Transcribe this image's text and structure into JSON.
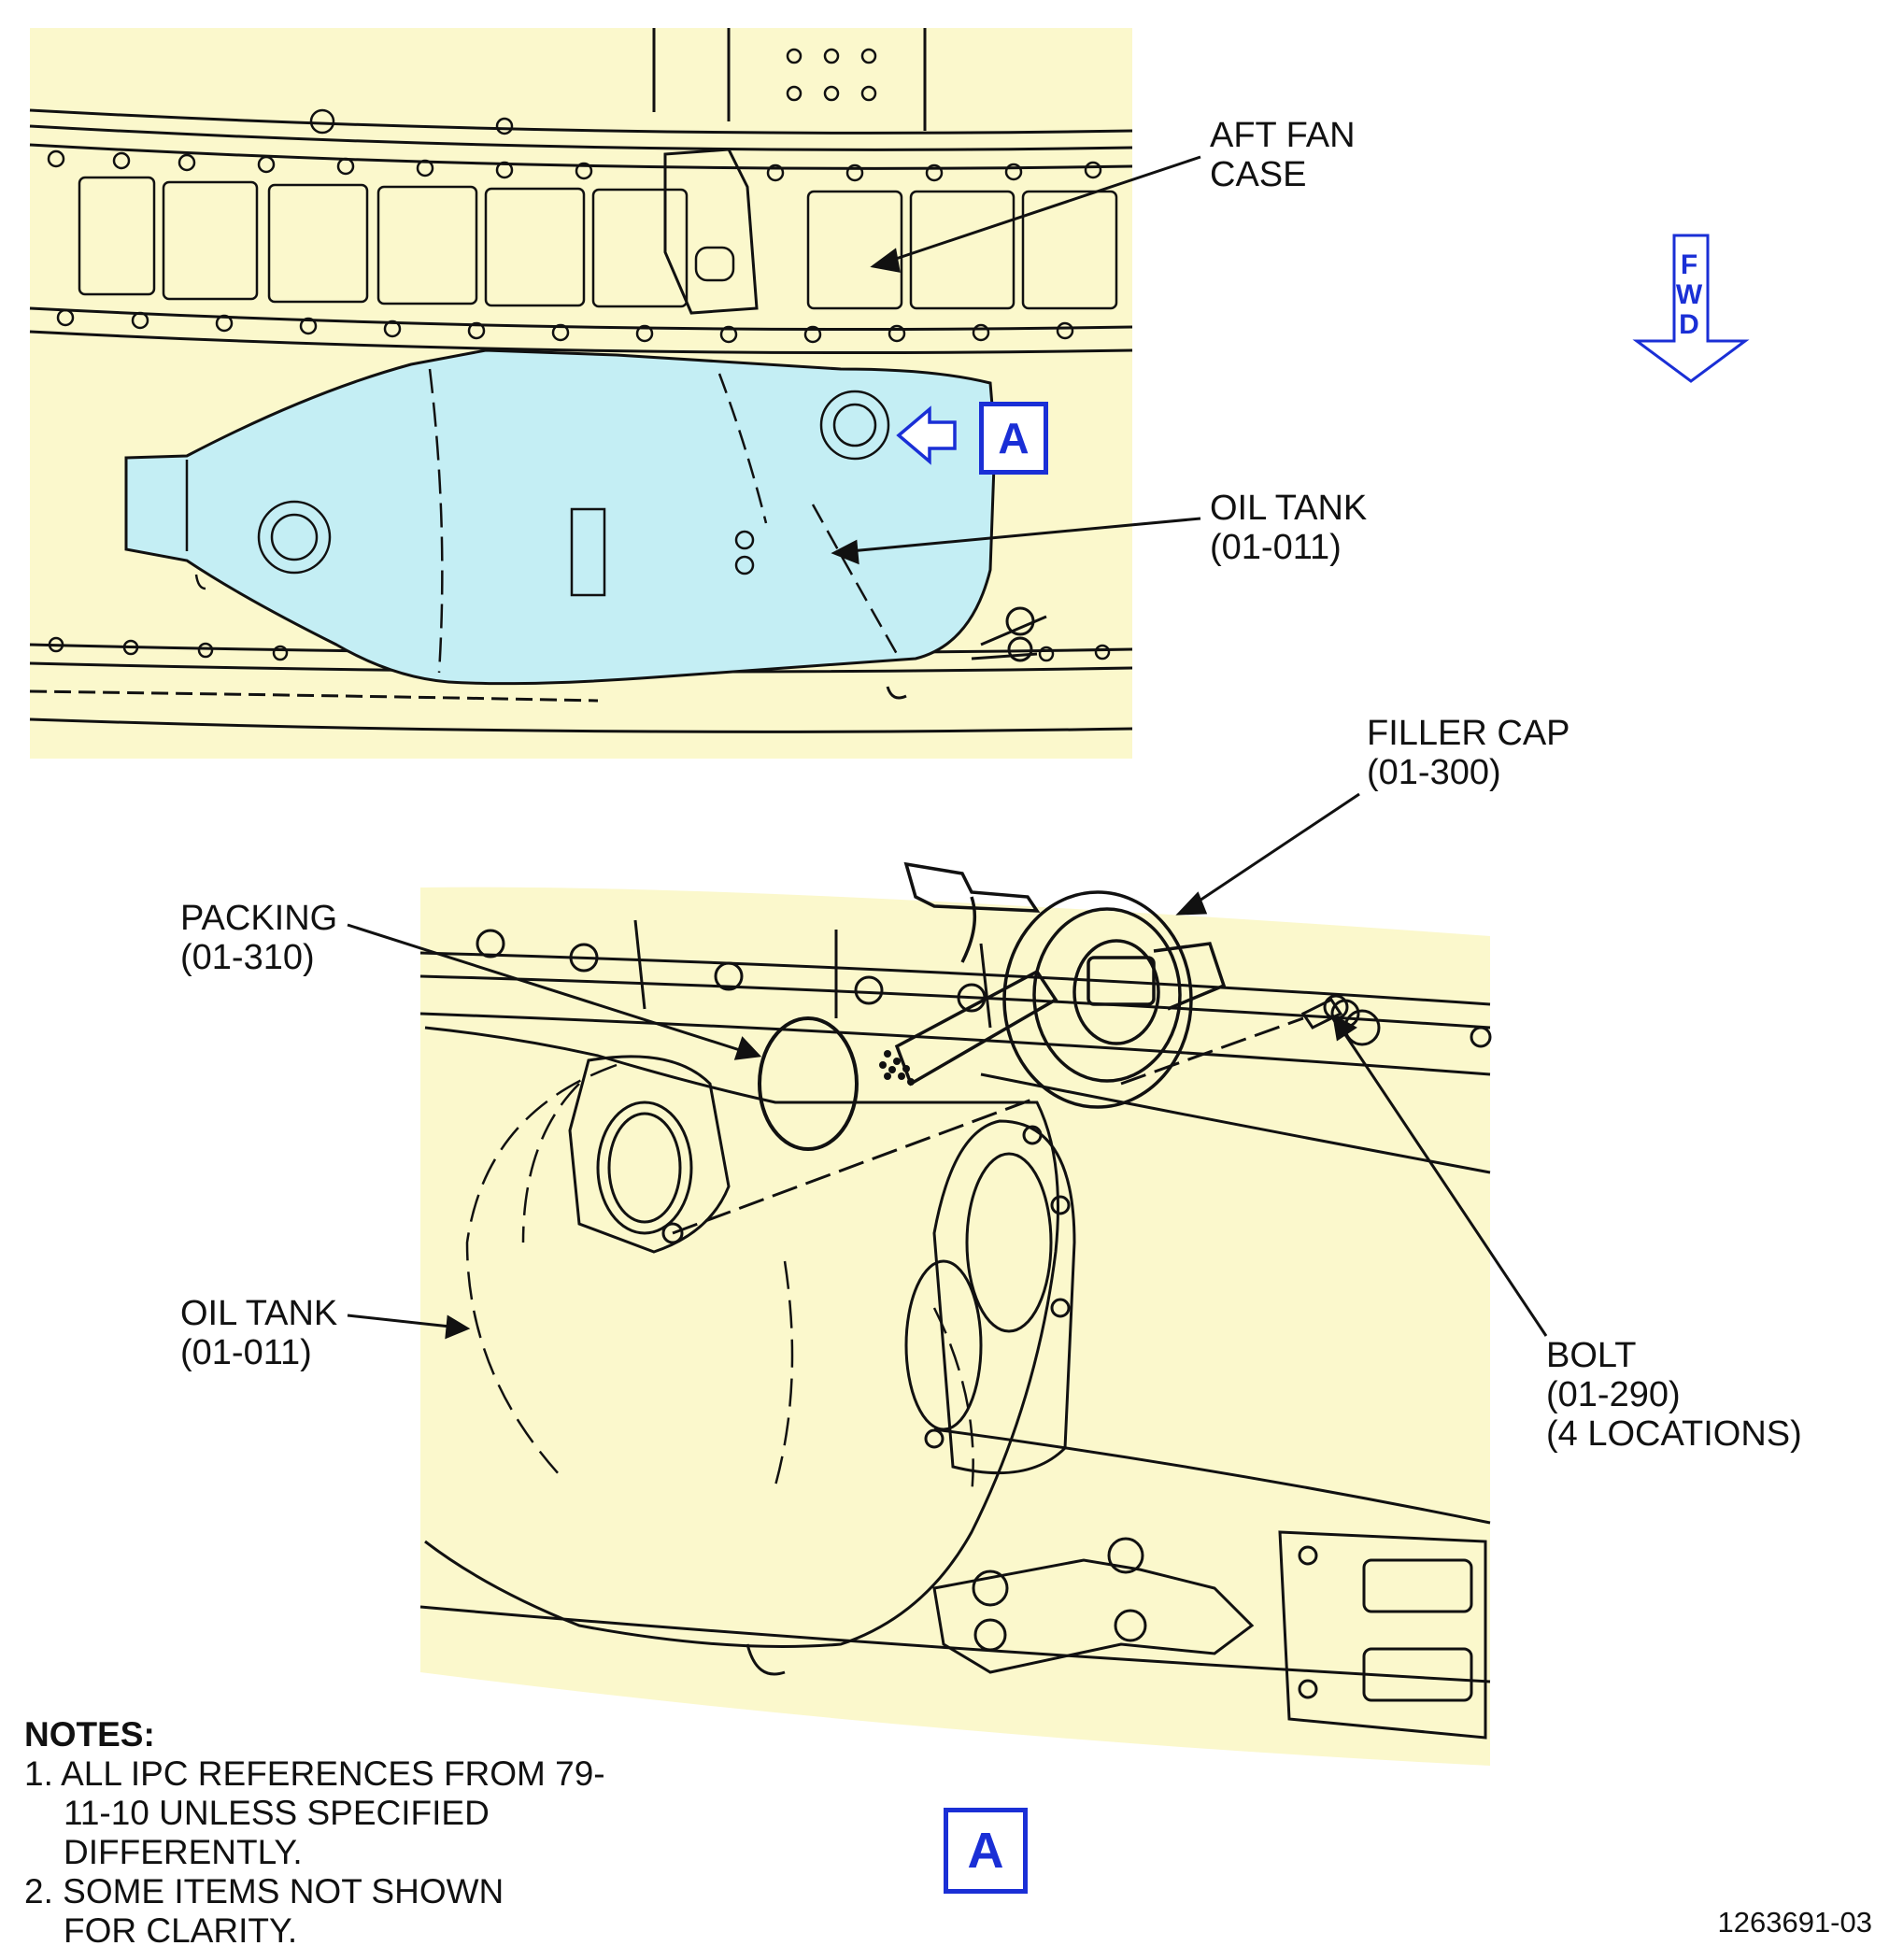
{
  "colors": {
    "panel_fill": "#fbf8cc",
    "tank_highlight": "#c4eef4",
    "accent_blue": "#1a2fd6",
    "line": "#111111"
  },
  "top_view": {
    "callouts": {
      "aft_fan_case": [
        "AFT FAN",
        "CASE"
      ],
      "oil_tank": [
        "OIL TANK",
        "(01-011)"
      ]
    },
    "view_marker": "A",
    "fwd_label": [
      "F",
      "W",
      "D"
    ]
  },
  "detail_view": {
    "callouts": {
      "filler_cap": [
        "FILLER CAP",
        "(01-300)"
      ],
      "packing": [
        "PACKING",
        "(01-310)"
      ],
      "oil_tank": [
        "OIL TANK",
        "(01-011)"
      ],
      "bolt": [
        "BOLT",
        "(01-290)",
        "(4 LOCATIONS)"
      ]
    },
    "view_label": "A"
  },
  "notes": {
    "heading": "NOTES:",
    "items": [
      "1. ALL IPC REFERENCES FROM 79-11-10 UNLESS SPECIFIED DIFFERENTLY.",
      "2. SOME ITEMS NOT SHOWN FOR CLARITY."
    ]
  },
  "figure_number": "1263691-03"
}
